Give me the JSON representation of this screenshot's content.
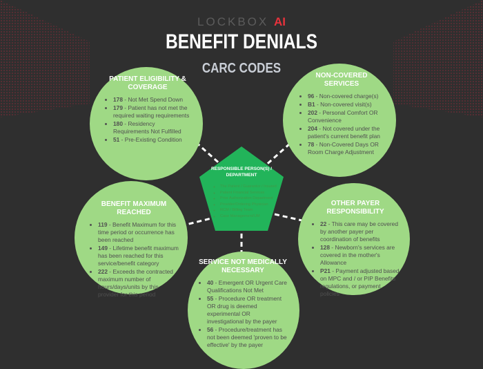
{
  "logo": {
    "text": "LOCKBOX",
    "suffix": "AI"
  },
  "title": "BENEFIT DENIALS",
  "subtitle": "CARC CODES",
  "colors": {
    "background": "#2f2f2f",
    "circle": "#9fd985",
    "pentagon": "#22b45a",
    "accent": "#e8323c"
  },
  "center": {
    "title": "RESPONSIBLE PERSON(S) / DEPARTMENT",
    "items": [
      "The Patient / Guarantor / Insured",
      "Patient Financial Services",
      "Prior Authorization Department",
      "Provider/Ordering Physician",
      "RCM / Billing Team",
      "Case Management/UM"
    ]
  },
  "categories": [
    {
      "title": "PATIENT ELIGIBILITY & COVERAGE",
      "items": [
        {
          "code": "178",
          "text": "Not Met Spend Down"
        },
        {
          "code": "179",
          "text": "Patient has not met the required waiting requirements"
        },
        {
          "code": "180",
          "text": "Residency Requirements Not Fulfilled"
        },
        {
          "code": "51",
          "text": "Pre-Existing Condition"
        }
      ]
    },
    {
      "title": "NON-COVERED SERVICES",
      "items": [
        {
          "code": "96",
          "text": "Non-covered charge(s)"
        },
        {
          "code": "B1",
          "text": "Non-covered visit(s)"
        },
        {
          "code": "202",
          "text": "Personal Comfort OR Convenience"
        },
        {
          "code": "204",
          "text": "Not covered under the patient's current benefit plan"
        },
        {
          "code": "78",
          "text": "Non-Covered Days OR Room Charge Adjustment"
        }
      ]
    },
    {
      "title": "BENEFIT MAXIMUM REACHED",
      "items": [
        {
          "code": "119",
          "text": "Benefit Maximum for this time period or occurrence has been reached"
        },
        {
          "code": "149",
          "text": "Lifetime benefit maximum has been reached for this service/benefit category"
        },
        {
          "code": "222",
          "text": "Exceeds the contracted maximum number of hours/days/units by this provider for this period"
        }
      ]
    },
    {
      "title": "OTHER PAYER RESPONSIBILITY",
      "items": [
        {
          "code": "22",
          "text": "This care may be covered by another payer per coordination of benefits"
        },
        {
          "code": "128",
          "text": "Newborn's services are covered in the mother's Allowance"
        },
        {
          "code": "P21",
          "text": "Payment adjusted based on MPC and / or PIP Benefits regulations, or payment policies"
        }
      ]
    },
    {
      "title": "SERVICE NOT MEDICALLY NECESSARY",
      "items": [
        {
          "code": "40",
          "text": "Emergent OR Urgent Care Qualifications Not Met"
        },
        {
          "code": "55",
          "text": "Procedure OR treatment OR drug is deemed experimental OR investigational by the payer"
        },
        {
          "code": "56",
          "text": "Procedure/treatment has not been deemed 'proven to be effective' by the payer"
        }
      ]
    }
  ]
}
